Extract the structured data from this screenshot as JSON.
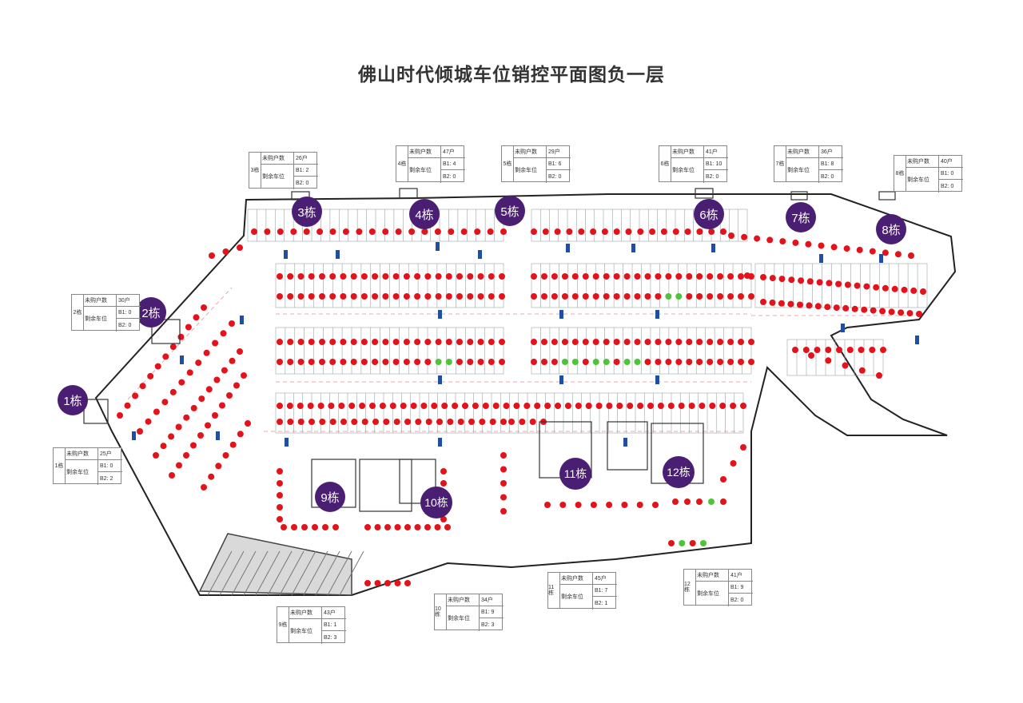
{
  "page": {
    "title": "佛山时代倾城车位销控平面图负一层"
  },
  "colors": {
    "sold": "#e3131b",
    "available": "#51c33a",
    "marker": "#4a1f73",
    "lane_sign": "#1f4ea3",
    "wall": "#222222",
    "grid": "#9aa4a4"
  },
  "info_labels": {
    "unsold": "未购户数",
    "remaining": "剩余车位"
  },
  "buildings": [
    {
      "id": "b1",
      "label": "1栋",
      "name": "1栋",
      "unsold": "25户",
      "b1": "B1: 0",
      "b2": "B2: 2"
    },
    {
      "id": "b2",
      "label": "2栋",
      "name": "2栋",
      "unsold": "30户",
      "b1": "B1: 0",
      "b2": "B2: 0"
    },
    {
      "id": "b3",
      "label": "3栋",
      "name": "3栋",
      "unsold": "26户",
      "b1": "B1: 2",
      "b2": "B2: 0"
    },
    {
      "id": "b4",
      "label": "4栋",
      "name": "4栋",
      "unsold": "47户",
      "b1": "B1: 4",
      "b2": "B2: 0"
    },
    {
      "id": "b5",
      "label": "5栋",
      "name": "5栋",
      "unsold": "29户",
      "b1": "B1: 6",
      "b2": "B2: 0"
    },
    {
      "id": "b6",
      "label": "6栋",
      "name": "6栋",
      "unsold": "41户",
      "b1": "B1: 10",
      "b2": "B2: 0"
    },
    {
      "id": "b7",
      "label": "7栋",
      "name": "7栋",
      "unsold": "36户",
      "b1": "B1: 8",
      "b2": "B2: 0"
    },
    {
      "id": "b8",
      "label": "8栋",
      "name": "8栋",
      "unsold": "40户",
      "b1": "B1: 0",
      "b2": "B2: 0"
    },
    {
      "id": "b9",
      "label": "9栋",
      "name": "9栋",
      "unsold": "43户",
      "b1": "B1: 1",
      "b2": "B2: 3"
    },
    {
      "id": "b10",
      "label": "10栋",
      "name": "10栋",
      "unsold": "34户",
      "b1": "B1: 9",
      "b2": "B2: 3"
    },
    {
      "id": "b11",
      "label": "11栋",
      "name": "11栋",
      "unsold": "45户",
      "b1": "B1: 7",
      "b2": "B2: 1"
    },
    {
      "id": "b12",
      "label": "12栋",
      "name": "12栋",
      "unsold": "41户",
      "b1": "B1: 9",
      "b2": "B2: 0"
    }
  ]
}
